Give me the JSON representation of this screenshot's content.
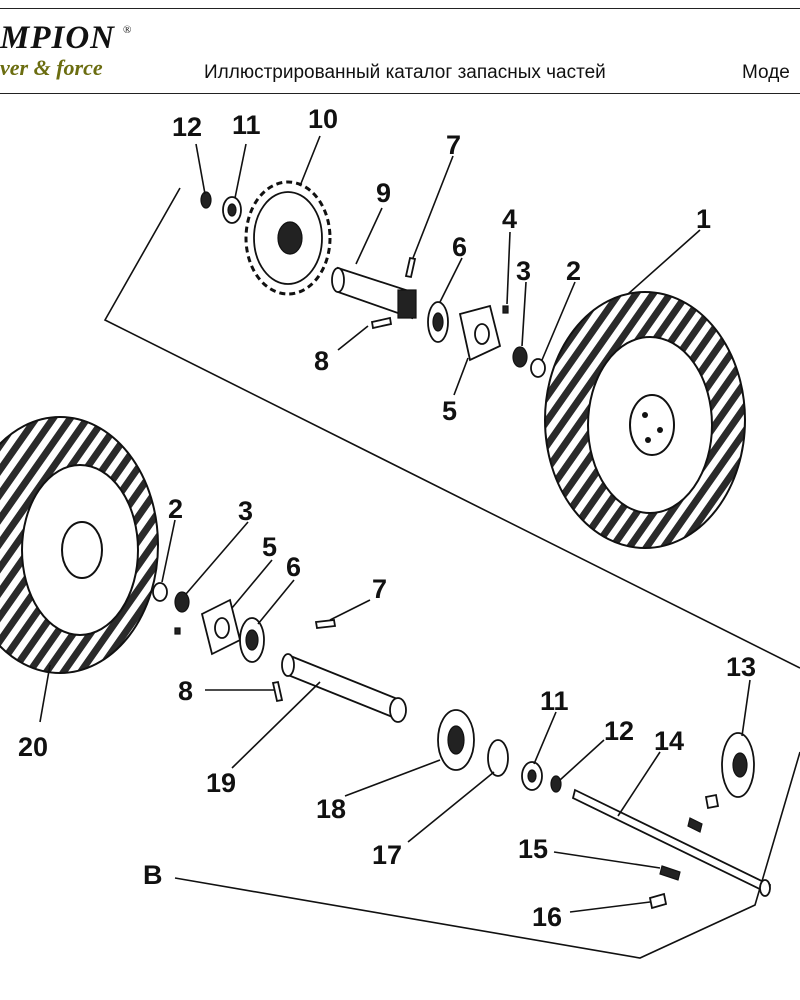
{
  "header": {
    "logo_main": "MPION",
    "logo_reg": "®",
    "logo_tagline": "ver & force",
    "catalog_title": "Иллюстрированный каталог запасных частей",
    "model_label": "Моде"
  },
  "callouts": {
    "c12a": "12",
    "c11a": "11",
    "c10": "10",
    "c9": "9",
    "c7a": "7",
    "c6a": "6",
    "c4": "4",
    "c3a": "3",
    "c2a": "2",
    "c1": "1",
    "c8a": "8",
    "c5a": "5",
    "c2b": "2",
    "c3b": "3",
    "c5b": "5",
    "c6b": "6",
    "c7b": "7",
    "c8b": "8",
    "c20": "20",
    "c19": "19",
    "c18": "18",
    "c17": "17",
    "c11b": "11",
    "c12b": "12",
    "c14": "14",
    "c13": "13",
    "c15": "15",
    "c16": "16",
    "cB": "B"
  }
}
